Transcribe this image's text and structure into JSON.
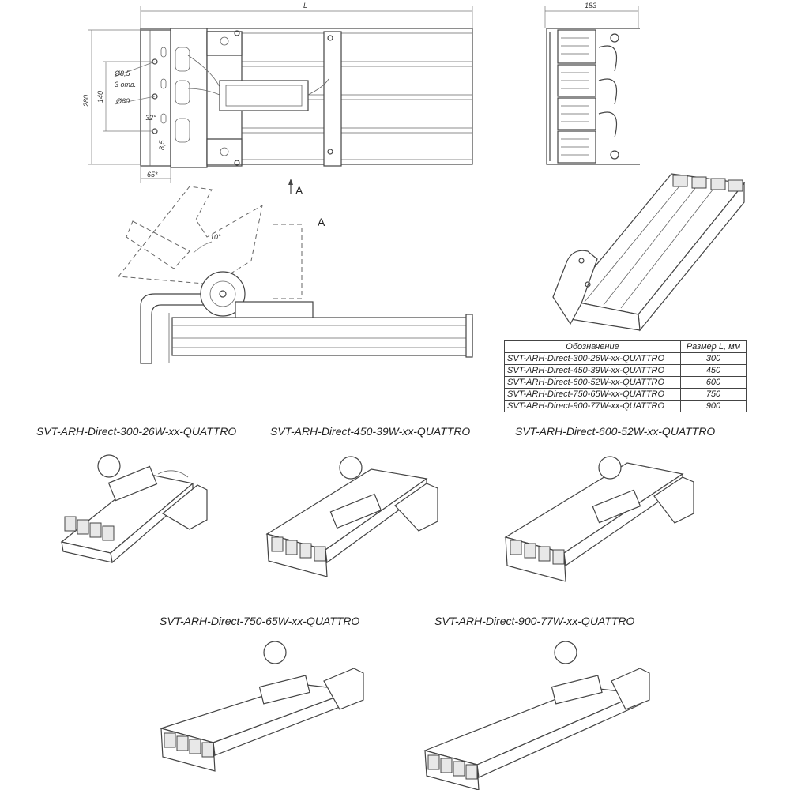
{
  "dimensions": {
    "length": "L",
    "depth": "183",
    "height": "280",
    "mount_spacing": "140",
    "hole_diameter": "Ø8,5",
    "hole_count": "3 отв.",
    "circle_diameter": "Ø60",
    "angle_step": "32°",
    "offset": "8,5",
    "bracket_width": "65*",
    "tilt_angle": "10°"
  },
  "view_labels": {
    "arrow": "A",
    "view": "A"
  },
  "table": {
    "headers": [
      "Обозначение",
      "Размер L, мм"
    ],
    "rows": [
      [
        "SVT-ARH-Direct-300-26W-xx-QUATTRO",
        "300"
      ],
      [
        "SVT-ARH-Direct-450-39W-xx-QUATTRO",
        "450"
      ],
      [
        "SVT-ARH-Direct-600-52W-xx-QUATTRO",
        "600"
      ],
      [
        "SVT-ARH-Direct-750-65W-xx-QUATTRO",
        "750"
      ],
      [
        "SVT-ARH-Direct-900-77W-xx-QUATTRO",
        "900"
      ]
    ]
  },
  "models": [
    {
      "caption": "SVT-ARH-Direct-300-26W-xx-QUATTRO"
    },
    {
      "caption": "SVT-ARH-Direct-450-39W-xx-QUATTRO"
    },
    {
      "caption": "SVT-ARH-Direct-600-52W-xx-QUATTRO"
    },
    {
      "caption": "SVT-ARH-Direct-750-65W-xx-QUATTRO"
    },
    {
      "caption": "SVT-ARH-Direct-900-77W-xx-QUATTRO"
    }
  ]
}
